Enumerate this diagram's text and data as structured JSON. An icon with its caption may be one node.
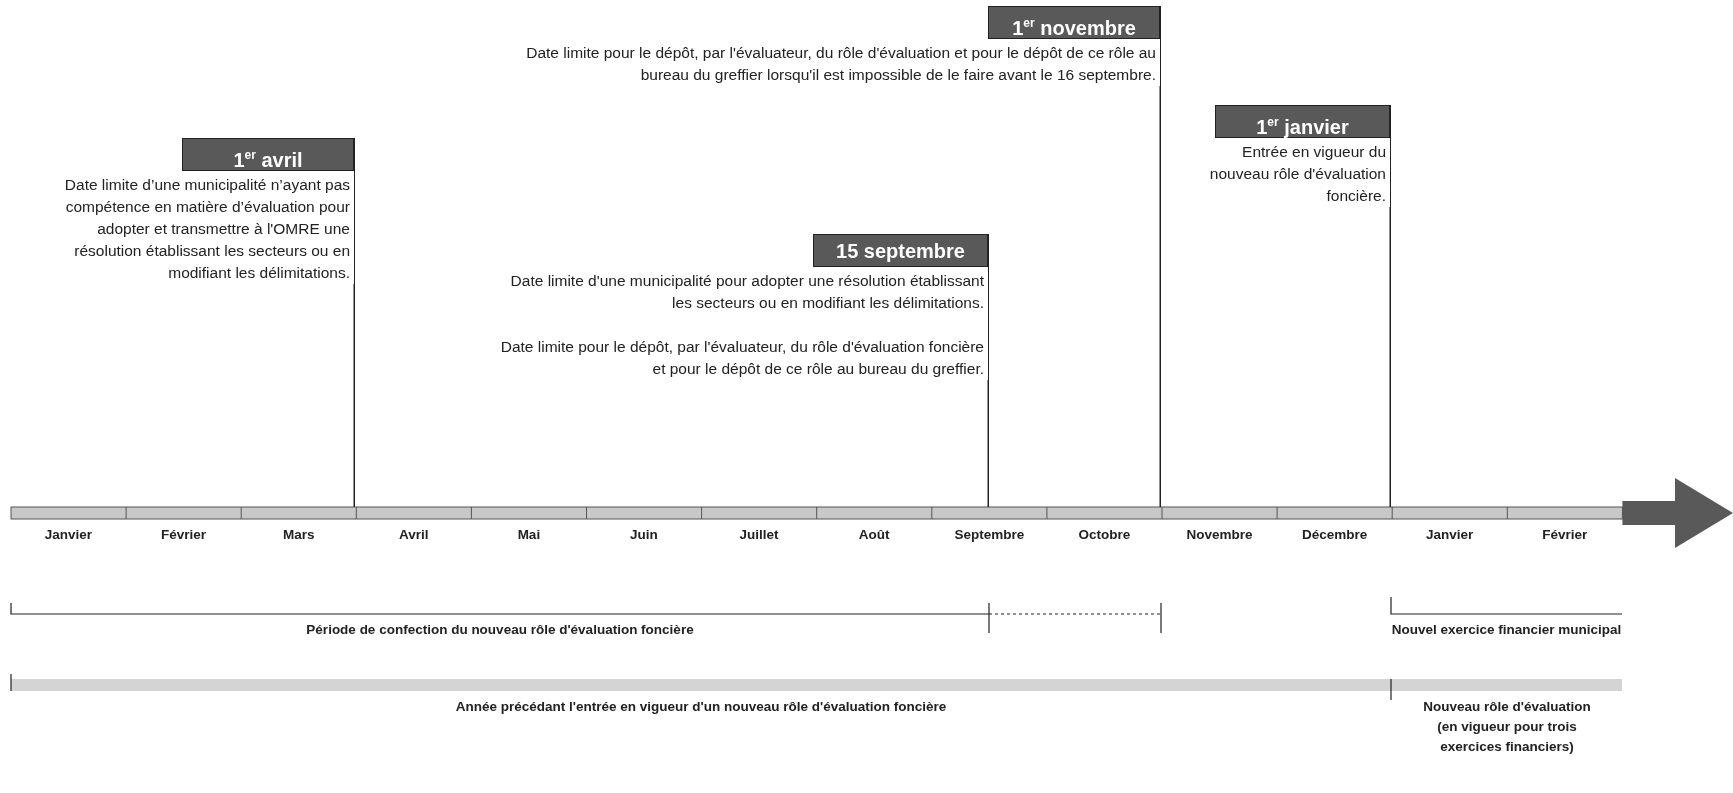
{
  "diagram": {
    "nodes": [
      {
        "text": [
          "1$^{er}$ avril",
          "Date limite d’une municipalité n’ayant pas compétence en matière d’évaluation pour adopter et transmettre à l'OMRE une résolution établissant les secteurs ou en modifiant les délimitations."
        ]
      },
      {
        "text": [
          "15 septembre",
          "Date limite d'une municipalité pour adopter une résolution établissant les secteurs ou en modifiant les délimitations.",
          "Date limite pour le dépôt, par l'évaluateur, du rôle d'évaluation foncière et pour le dépôt de ce rôle au bureau du greffier."
        ]
      },
      {
        "text": [
          "1$^{er}$ novembre",
          "Date limite pour le dépôt, par l'évaluateur, du rôle d'évaluation et pour le dépôt de ce rôle au bureau du greffier lorsqu'il est impossible de le faire avant le 16 septembre."
        ]
      },
      {
        "text": [
          "1$^{er}$ janvier",
          "Entrée en vigueur du nouveau rôle d'évaluation foncière."
        ]
      }
    ],
    "edges": [
      {
        "from": 0,
        "to": null,
        "arrow": "none"
      },
      {
        "from": 1,
        "to": null,
        "arrow": "none"
      },
      {
        "from": 2,
        "to": null,
        "arrow": "none"
      },
      {
        "from": 3,
        "to": null,
        "arrow": "none"
      }
    ],
    "labels": [
      "Janvier",
      "Février",
      "Mars",
      "Avril",
      "Mai",
      "Juin",
      "Juillet",
      "Août",
      "Septembre",
      "Octobre",
      "Novembre",
      "Décembre",
      "Janvier",
      "Février",
      "Période de confection du nouveau rôle d'évaluation foncière",
      "Nouvel exercice financier municipal",
      "Année précédant l'entrée en vigueur d'un nouveau rôle d'évaluation foncière",
      "Nouveau rôle d'évaluation (en vigueur pour trois exercices financiers)"
    ]
  }
}
